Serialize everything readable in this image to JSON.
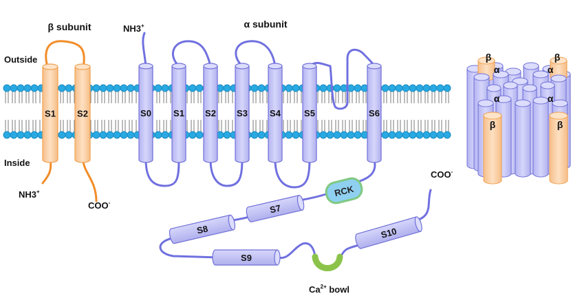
{
  "labels": {
    "beta_subunit": "β subunit",
    "alpha_subunit": "α subunit",
    "outside": "Outside",
    "inside": "Inside",
    "beta_nh3": "NH3",
    "beta_nh3_sup": "+",
    "beta_coo": "COO",
    "beta_coo_sup": "-",
    "alpha_nh3": "NH3",
    "alpha_nh3_sup": "+",
    "alpha_coo": "COO",
    "alpha_coo_sup": "-",
    "rck": "RCK",
    "ca_bowl_prefix": "Ca",
    "ca_bowl_sup": "2+",
    "ca_bowl_suffix": " bowl"
  },
  "beta_segments": [
    "S1",
    "S2"
  ],
  "alpha_segments": [
    "S0",
    "S1",
    "S2",
    "S3",
    "S4",
    "S5",
    "S6"
  ],
  "cytoplasmic_segments": [
    "S7",
    "S8",
    "S9",
    "S10"
  ],
  "tetramer": {
    "alpha_labels": [
      "α",
      "α",
      "α",
      "α"
    ],
    "beta_labels": [
      "β",
      "β",
      "β",
      "β"
    ]
  },
  "colors": {
    "alpha_fill": "#c9c9f7",
    "alpha_stroke": "#6f6fd8",
    "alpha_line": "#7070e0",
    "beta_fill": "#fbd4ad",
    "beta_stroke": "#f0a050",
    "beta_line": "#f28c28",
    "lipid_head": "#29a9e1",
    "lipid_tail": "#7a7a7a",
    "rck_fill": "#8fd0f0",
    "rck_stroke": "#7fc97f",
    "ca_bowl": "#8bc34a"
  }
}
